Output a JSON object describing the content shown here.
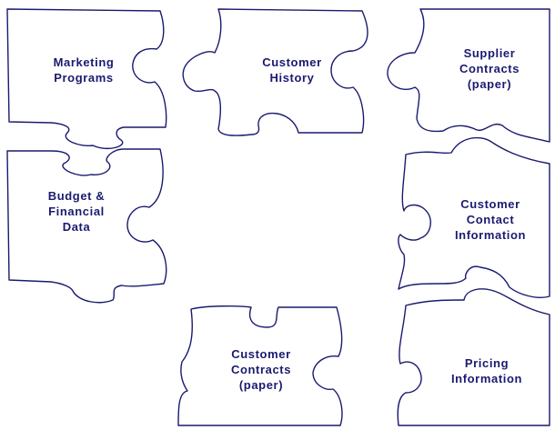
{
  "colors": {
    "outline": "#1a1a70",
    "text": "#1a1a70",
    "fill": "#ffffff"
  },
  "pieces": [
    {
      "id": "marketing-programs",
      "lines": [
        "Marketing",
        "Programs"
      ]
    },
    {
      "id": "customer-history",
      "lines": [
        "Customer",
        "History"
      ]
    },
    {
      "id": "supplier-contracts",
      "lines": [
        "Supplier",
        "Contracts",
        "(paper)"
      ]
    },
    {
      "id": "budget-financial",
      "lines": [
        "Budget &",
        "Financial",
        "Data"
      ]
    },
    {
      "id": "customer-contact",
      "lines": [
        "Customer",
        "Contact",
        "Information"
      ]
    },
    {
      "id": "customer-contracts",
      "lines": [
        "Customer",
        "Contracts",
        "(paper)"
      ]
    },
    {
      "id": "pricing-information",
      "lines": [
        "Pricing",
        "Information"
      ]
    }
  ]
}
